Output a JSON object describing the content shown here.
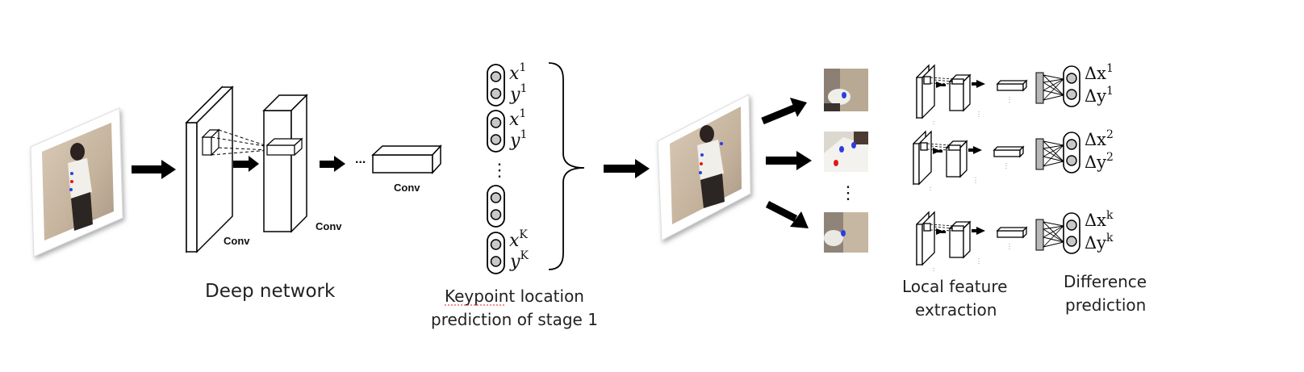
{
  "labels": {
    "conv1": "Conv",
    "conv2": "Conv",
    "conv3": "Conv",
    "deep_network": "Deep network",
    "keypoint_line1": "Keypoint location",
    "keypoint_line2": "prediction of stage 1",
    "local_line1": "Local feature",
    "local_line2": "extraction",
    "diff_line1": "Difference",
    "diff_line2": "prediction",
    "ellipsis": "...",
    "vdots": "⋮"
  },
  "keypoints": [
    {
      "x": "x",
      "y": "y",
      "sup": "1"
    },
    {
      "x": "x",
      "y": "y",
      "sup": "1"
    },
    {
      "x": "x",
      "y": "y",
      "sup": "K"
    }
  ],
  "diffs": [
    {
      "dx": "Δx",
      "dy": "Δy",
      "sup": "1"
    },
    {
      "dx": "Δx",
      "dy": "Δy",
      "sup": "2"
    },
    {
      "dx": "Δx",
      "dy": "Δy",
      "sup": "k"
    }
  ],
  "colors": {
    "keypoint_blue": "#2a3fe0",
    "keypoint_red": "#e01a1a",
    "node_fill": "#c8c8c8",
    "photo_bg": "#c9b9a4"
  }
}
